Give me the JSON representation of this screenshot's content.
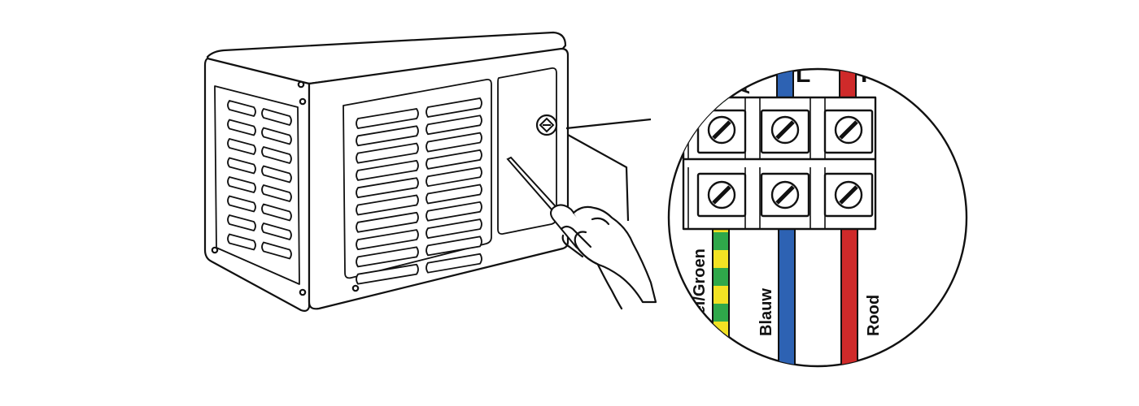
{
  "labels": {
    "top_earth": "Aarde",
    "top_live": "L",
    "top_phase": "P",
    "bottom_earth": "Geel/Groen",
    "bottom_live": "Blauw",
    "bottom_phase": "Rood"
  },
  "wire_colors": {
    "earth_yellow": "#f2e224",
    "earth_green": "#2fa84a",
    "live": "#2d62b3",
    "phase": "#cf2a2a"
  },
  "line_color": "#111111"
}
